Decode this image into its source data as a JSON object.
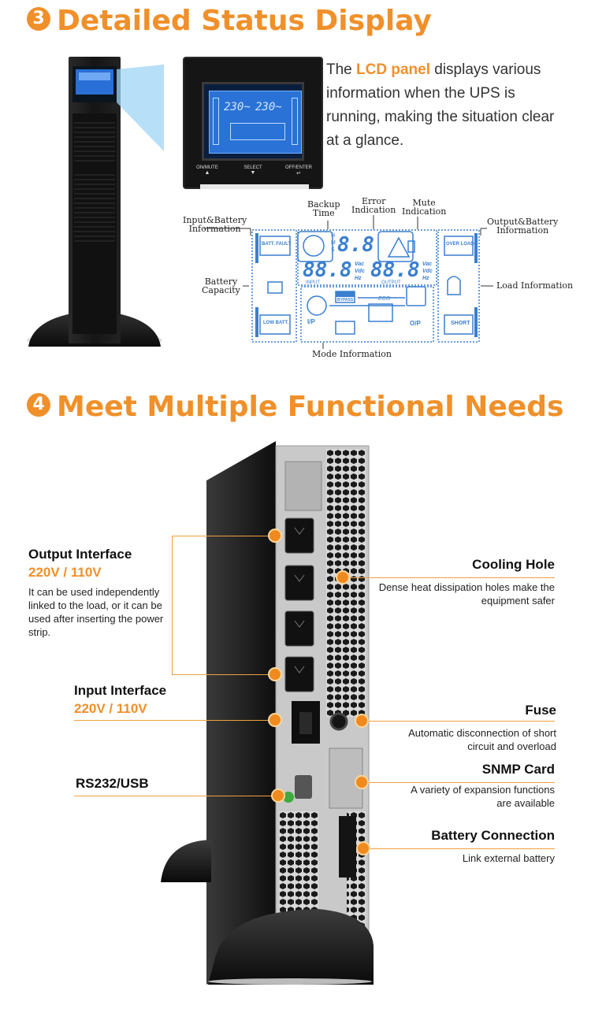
{
  "section3": {
    "badge": "3",
    "title": "Detailed Status Display",
    "intro_prefix": "The ",
    "intro_highlight": "LCD panel",
    "intro_suffix": " displays various information when the UPS is running, making the situation clear at a glance."
  },
  "lcd_panel": {
    "readout_left": "230~",
    "readout_right": "230~",
    "buttons": [
      {
        "label": "ON/MUTE",
        "arrow": "▲"
      },
      {
        "label": "SELECT",
        "arrow": "▼"
      },
      {
        "label": "OFF/ENTER",
        "arrow": "↵"
      }
    ]
  },
  "lcd_diagram": {
    "labels": {
      "input_battery": "Input&Battery\nInformation",
      "backup_time": "Backup\nTime",
      "error": "Error\nIndication",
      "mute": "Mute\nIndication",
      "output_battery": "Output&Battery\nInformation",
      "battery_capacity": "Battery\nCapacity",
      "load_info": "Load Information",
      "mode_info": "Mode Information"
    },
    "segments": {
      "time": "8.8",
      "input": "88.8",
      "output": "88.8",
      "input_label": "INPUT",
      "output_label": "OUTPUT",
      "units_top": "Vac",
      "units_mid": "Vdc",
      "units_bot": "Hz",
      "hms_h": "H",
      "hms_m": "M",
      "hms_s": "S",
      "batt_fault": "BATT. FAULT",
      "low_batt": "LOW BATT.",
      "over_load": "OVER LOAD",
      "short": "SHORT",
      "bypass": "BYPASS",
      "eco": "ECO",
      "ip": "I/P",
      "op": "O/P"
    }
  },
  "section4": {
    "badge": "4",
    "title": "Meet Multiple Functional Needs"
  },
  "features": {
    "output": {
      "title": "Output Interface",
      "sub": "220V / 110V",
      "desc": "It can be used independently linked to the load, or it can be used after inserting the power strip."
    },
    "input": {
      "title": "Input Interface",
      "sub": "220V / 110V"
    },
    "rs232": {
      "title": "RS232/USB"
    },
    "cooling": {
      "title": "Cooling Hole",
      "desc": "Dense heat dissipation holes make the equipment safer"
    },
    "fuse": {
      "title": "Fuse",
      "desc": "Automatic disconnection of short circuit and overload"
    },
    "snmp": {
      "title": "SNMP Card",
      "desc": "A variety of expansion functions are available"
    },
    "battery": {
      "title": "Battery Connection",
      "desc": "Link external battery"
    }
  },
  "colors": {
    "accent": "#f0902a",
    "lcd_blue": "#3a7fd0",
    "ups_black": "#1c1c1c"
  }
}
